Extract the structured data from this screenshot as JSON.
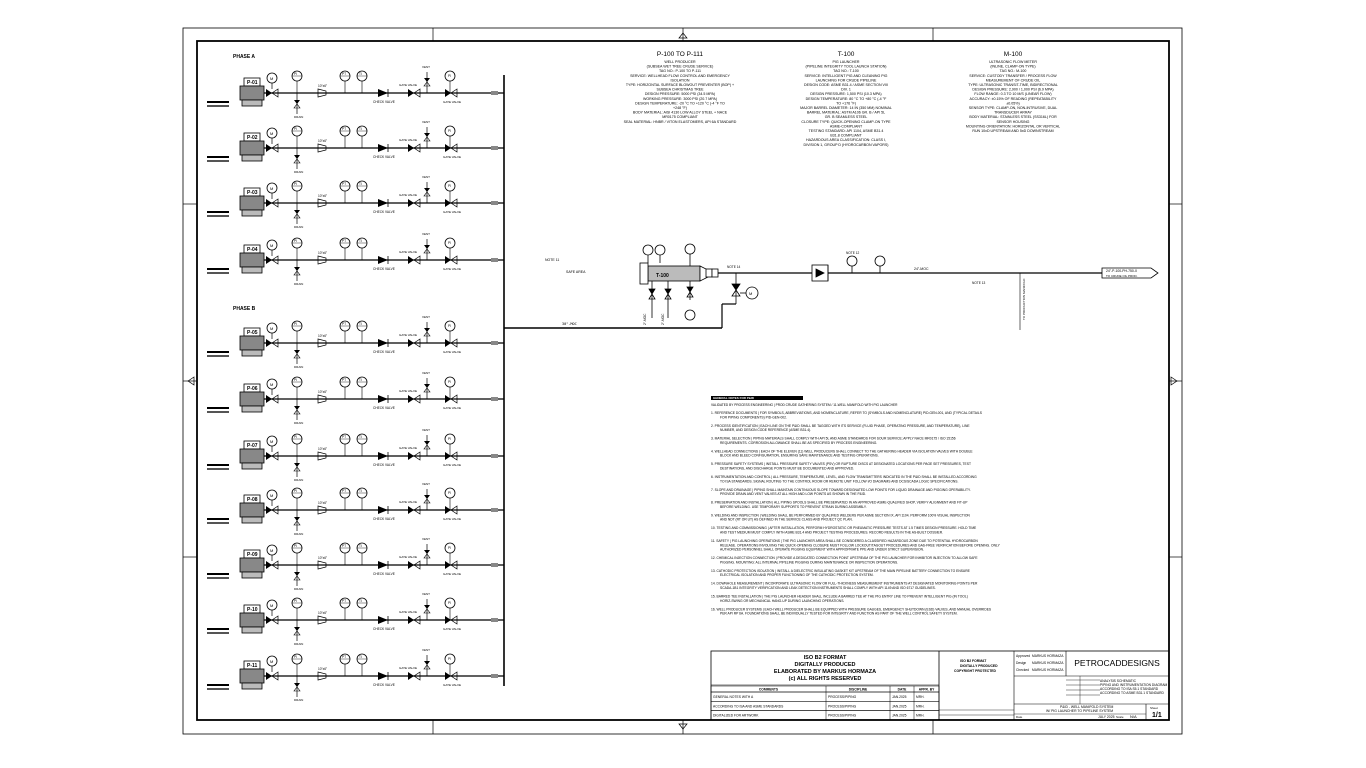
{
  "phase_a_label": "PHASE A",
  "phase_b_label": "PHASE B",
  "vent_label": "VENT",
  "drain_label": "DRAIN",
  "gate_valve_label": "GATE VALVE",
  "check_valve_label": "CHECK VALVE",
  "wells_phase_a": [
    "P-01",
    "P-02",
    "P-03",
    "P-04"
  ],
  "wells_phase_b": [
    "P-05",
    "P-06",
    "P-07",
    "P-08",
    "P-09",
    "P-10",
    "P-11"
  ],
  "instrument_tags": [
    "PI",
    "TI",
    "PT",
    "TT"
  ],
  "motor_tag": "M",
  "header_callouts": [
    {
      "title": "P-100 TO P-111",
      "lines": [
        "WELL PRODUCER",
        "(SUBSEA WET TREE CRUDE SERVICE)",
        "TAG NO.: P-100 TO P-111",
        "SERVICE: WELLHEAD FLOW CONTROL AND EMERGENCY",
        "ISOLATION",
        "TYPE: HORIZONTAL SURFACE BLOWOUT PREVENTER (BOP) +",
        "SUBSEA CHRISTMAS TREE",
        "DESIGN PRESSURE: 5000 PSI (34.5 MPA)",
        "WORKING PRESSURE: 3000 PSI (20.7 MPA)",
        "DESIGN TEMPERATURE: -20 °C TO +120 °C (-4 °F TO",
        "+248 °F)",
        "BODY MATERIAL: AISI 4130 LOW ALLOY STEEL + NACE",
        "MR0175 COMPLIANT",
        "SEAL MATERIAL: HNBR / VITON ELASTOMERS, API 6A STANDARD"
      ]
    },
    {
      "title": "T-100",
      "lines": [
        "PIG LAUNCHER",
        "(PIPELINE INTEGRITY TOOL LAUNCH STATION)",
        "TAG NO.: T-100",
        "SERVICE: INTELLIGENT PIG AND CLEANING PIG",
        "LAUNCHING FOR CRUDE PIPELINE",
        "DESIGN CODE: ASME B31.4 / ASME SECTION VIII",
        "DIV. 1",
        "DESIGN PRESSURE: 1,500 PSI (10.3 MPA)",
        "DESIGN TEMPERATURE: 80 °C TO +80 °C (-4 °F",
        "TO +176 °F)",
        "MAJOR BARREL DIAMETER: 14 IN (350 MM) NOMINAL",
        "BARREL MATERIAL: ASTM A106 GR. B / API 5L",
        "GR. B SEAMLESS STEEL",
        "CLOSURE TYPE: QUICK-OPENING CLAMP-ON TYPE",
        "ASME-COMPLIANT",
        "TESTING STANDARD: API 1104, ASME B31.4",
        "B31.8 COMPLIANT",
        "HAZARDOUS AREA CLASSIFICATION: CLASS I,",
        "DIVISION 1, GROUP D (HYDROCARBON VAPORS)"
      ]
    },
    {
      "title": "M-100",
      "lines": [
        "ULTRASONIC FLOW METER",
        "(INLINE, CLAMP-ON TYPE)",
        "TAG NO.: M-100",
        "SERVICE: CUSTODY TRANSFER / PROCESS FLOW",
        "MEASUREMENT OF CRUDE OIL",
        "TYPE: ULTRASONIC TRANSIT-TIME, BIDIRECTIONAL",
        "DESIGN PRESSURE: 2,900 / 1,000 PSI (6.9 MPA)",
        "FLOW RANGE: 0.3 TO 10 M/S (LINEAR FLOW)",
        "ACCURACY: ±0.15% OF READING (REPEATABILITY",
        "±0.05%)",
        "SENSOR TYPE: CLAMP-ON, NON-INTRUSIVE, DUAL",
        "TRANSDUCER ARRAY",
        "BODY MATERIAL: STAINLESS STEEL (SS316L) FOR",
        "SENSOR HOUSING",
        "MOUNTING ORIENTATION: HORIZONTAL OR VERTICAL",
        "RUN 10xD UPSTREAM AND 5xD DOWNSTREAM"
      ]
    }
  ],
  "pipe_labels": {
    "header_line": "30\"-MOC",
    "outlet_line": "24\"-MOC",
    "note_11": "NOTE 11",
    "note_12": "NOTE 12",
    "note_13": "NOTE 13",
    "note_14": "NOTE 14",
    "safe_area": "SAFE AREA",
    "outlet_tag": "24\"-P-100-PH-750-X",
    "outlet_sub": "TO CRUDE OIL PROD.",
    "launcher_tag": "T-100",
    "vertical_1": "2\"-MOC",
    "vertical_2": "2\"-MOC",
    "vertical_3": "1\"-MOC",
    "riser_note": "TO PRODUCTION MANIFOLD"
  },
  "notes": {
    "heading": "GENERAL NOTES FOR P&ID",
    "intro": "VALIDATED BY PROCESS ENGINEERING | PROD CRUDE GATHERING SYSTEM / 11-WELL MANIFOLD WITH PIG LAUNCHER",
    "items": [
      "1. REFERENCE DOCUMENTS | FOR SYMBOLS, ABBREVIATIONS, AND NOMENCLATURE, REFER TO (SYMBOLS AND NOMENCLATURE) PID-GEN-001, AND (TYPICAL DETAILS FOR PIPING COMPONENTS) PID-GEN-002.",
      "2. PROCESS IDENTIFICATION | EACH LINE ON THE P&ID SHALL BE TAGGED WITH ITS SERVICE (FLUID PHASE, OPERATING PRESSURE, AND TEMPERATURE), LINE NUMBER, AND DESIGN CODE REFERENCE (ASME B31.4).",
      "3. MATERIAL SELECTION | PIPING MATERIALS SHALL COMPLY WITH API 5L AND ASME STANDARDS FOR SOUR SERVICE; APPLY NACE MR0175 / ISO 15156 REQUIREMENTS. CORROSION ALLOWANCE SHALL BE AS SPECIFIED BY PROCESS ENGINEERING.",
      "4. WELLHEAD CONNECTIONS | EACH OF THE ELEVEN (11) WELL PRODUCERS SHALL CONNECT TO THE GATHERING HEADER VIA ISOLATION VALVES WITH DOUBLE BLOCK AND BLEED CONFIGURATION, ENSURING SAFE MAINTENANCE AND TESTING OPERATIONS.",
      "5. PRESSURE SAFETY SYSTEMS | INSTALL PRESSURE SAFETY VALVES (PSV) OR RUPTURE DISCS AT DESIGNATED LOCATIONS PER PAGE SET PRESSURES, TEST DESTINATIONS, AND DISCHARGE POINTS MUST BE DOCUMENTED AND APPROVED.",
      "6. INSTRUMENTATION AND CONTROL | ALL PRESSURE, TEMPERATURE, LEVEL, AND FLOW TRANSMITTERS INDICATED IN THE P&ID SHALL BE INSTALLED ACCORDING TO ISA STANDARDS. SIGNAL ROUTING TO THE CONTROL ROOM OR REMOTE UNIT FOLLOW I/O DIAGRAMS AND DCS/SCADA LOGIC SPECIFICATIONS.",
      "7. SLOPE AND DRAINAGE | PIPING SHALL MAINTAIN CONTINUOUS SLOPE TOWARD DESIGNATED LOW POINTS FOR LIQUID DRAINAGE AND PIGGING OPERABILITY. PROVIDE DRAIN AND VENT VALVES AT ALL HIGH AND LOW POINTS AS SHOWN IN THE P&ID.",
      "8. PRESERVATION AND INSTALLATION | ALL PIPING SPOOLS SHALL BE PRESERVATED IN AN APPROVED ASME-QUALIFIED SHOP, VERIFY ALIGNMENT AND FIT-UP BEFORE WELDING. USE TEMPORARY SUPPORTS TO PREVENT STRAIN DURING ASSEMBLY.",
      "9. WELDING AND INSPECTION | WELDING SHALL BE PERFORMED BY QUALIFIED WELDERS PER ASME SECTION IX, API 1104. PERFORM 100% VISUAL INSPECTION AND NDT (RT OR UT) AS DEFINED IN THE SERVICE CLASS AND PROJECT QC PLAN.",
      "10. TESTING AND COMMISSIONING | AFTER INSTALLATION, PERFORM HYDROSTATIC OR PNEUMATIC PRESSURE TESTS AT 1.5 TIMES DESIGN PRESSURE. HOLD TIME AND TEST MEDIUM MUST COMPLY WITH ASME B31.4 AND PROJECT TESTING PROCEDURES. RECORD RESULTS IN THE AS-BUILT DOSSIER.",
      "11. SAFETY | PIG LAUNCHING OPERATIONS | THE PIG LAUNCHER AREA SHALL BE CONSIDERED A CLASSIFIED HAZARDOUS ZONE DUE TO POTENTIAL HYDROCARBON RELEASE. OPERATIONS INVOLVING THE QUICK-OPENING CLOSURE MUST FOLLOW LOCKOUT/TAGOUT PROCEDURES AND GAS-FREE VERIFICATION BEFORE OPENING. ONLY AUTHORIZED PERSONNEL SHALL OPERATE PIGGING EQUIPMENT WITH APPROPRIATE PPE AND UNDER STRICT SUPERVISION.",
      "12. CHEMICAL INJECTION CONNECTION | PROVIDE A DEDICATED CONNECTION POINT UPSTREAM OF THE PIG LAUNCHER FOR INHIBITOR INJECTION TO ALLOW SAFE PIGGING. MOUNTING: ALL INTERNAL PIPELINE PIGGING DURING MAINTENANCE OR INSPECTION OPERATIONS.",
      "13. CATHODIC PROTECTION ISOLATION | INSTALL A DIELECTRIC INSULATING GASKET KIT UPSTREAM OF THE MAIN PIPELINE BATTERY CONNECTION TO ENSURE ELECTRICAL ISOLATION AND PROPER FUNCTIONING OF THE CATHODIC PROTECTION SYSTEM.",
      "14. DOWNHOLE MEASUREMENT | INCORPORATE ULTRASONIC FLOW OR FULL-THICKNESS MEASUREMENT INSTRUMENTS AT DESIGNATED MONITORING POINTS PER SCADA-1B1 INTEGRITY VERIFICATION AND LEAK DETECTION INSTRUMENTS SHALL COMPLY WITH API 1149 AND ISO 6717 GUIDELINES.",
      "15. BARRED TEE INSTALLATION | THE PIG LAUNCHER HEADER SHALL INCLUDE A BARRED TEE AT THE PIG ENTRY LINE TO PREVENT INTELLIGENT PIG (IN TOOL) HORIZ-SWING OR MECHANICAL HANG-UP DURING LAUNCHING OPERATIONS.",
      "16. WELL PRODUCER SYSTEMS | EACH WELL PRODUCER SHALL BE EQUIPPED WITH PRESSURE GAUGES, EMERGENCY SHUTDOWN (ESD) VALVES, AND MANUAL OVERRIDES PER API RP 6A. FOUNDATIONS SHALL BE INDIVIDUALLY TESTED FOR INTEGRITY AND FUNCTION AS PART OF THE WELL CONTROL SAFETY SYSTEM."
    ]
  },
  "title_block": {
    "iso_line1": "ISO B2 FORMAT",
    "iso_line2": "DIGITALLY PRODUCED",
    "iso_line3": "ELABORATED BY MARKUS HORMAZA",
    "iso_line4": "(c) ALL RIGHTS RESERVED",
    "company": "PETROCADDESIGNS",
    "revision_headers": [
      "COMMENTS",
      "DISCIPLINE",
      "DATE",
      "APPR. BY"
    ],
    "revisions": [
      [
        "GENERAL NOTES WITH A",
        "PROCESS/PIPING",
        "JAN.2025",
        "MRH."
      ],
      [
        "ACCORDING TO ISA AND ASME STANDARDS",
        "PROCESS/PIPING",
        "JAN.2025",
        "MRH."
      ],
      [
        "DIGITALIZED FOR ARTWORK",
        "PROCESS/PIPING",
        "JAN.2025",
        "MRH."
      ]
    ],
    "disclaimer": [
      "ISO B2 FORMAT",
      "DIGITALLY PRODUCED",
      "COPYRIGHT PROTECTED"
    ],
    "approved": "Approved",
    "design": "Design",
    "checked": "Checked",
    "approver_name": "MARKUS HORMAZA",
    "project_lines": [
      "ANALYSIS SCHEMATIC",
      "PIPING AND INSTRUMENTATION DIAGRAM",
      "ACCORDING TO ISA S5.1 STANDARD",
      "ACCORDING TO ASME B31.1 STANDARD"
    ],
    "drawing_title": "P&ID - WELL MANIFOLD SYSTEM",
    "drawing_subtitle": "W/ PIG LAUNCHER TO PIPELINE SYSTEM",
    "date_label": "Date",
    "date_value": "JULY 2025",
    "scale_label": "Scale",
    "scale_value": "N/A",
    "sheet_label": "Sheet",
    "sheet_value": "1/1"
  },
  "colors": {
    "line": "#000000",
    "gray": "#9a9a9a",
    "dark_gray": "#555555",
    "background": "#ffffff"
  }
}
